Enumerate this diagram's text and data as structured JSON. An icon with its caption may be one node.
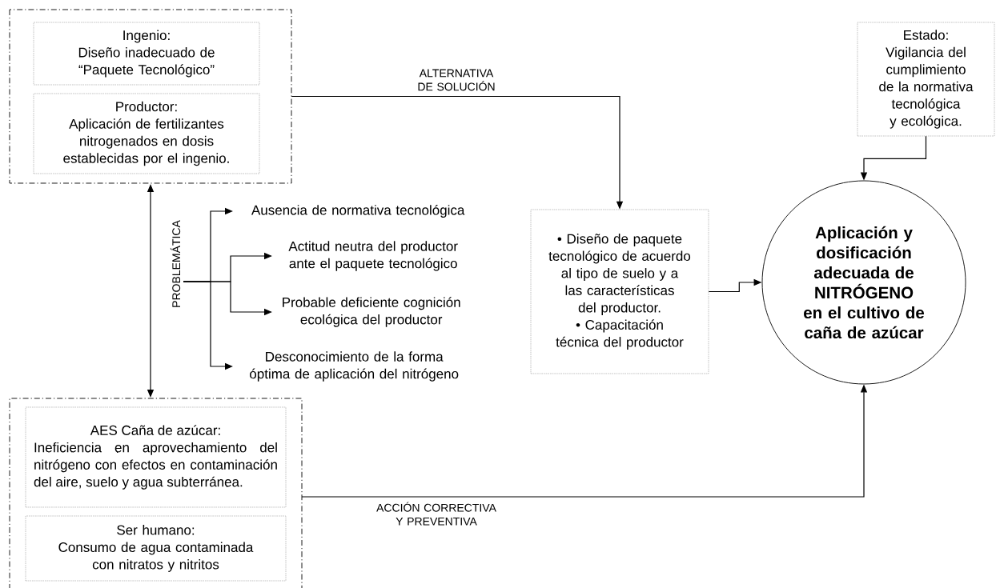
{
  "diagram": {
    "nodes": [
      {
        "text": [],
        "shape": "box"
      },
      {
        "text": [
          "Ingenio:",
          "Diseño inadecuado de “Paquete Tecnológico”"
        ],
        "in": 0
      },
      {
        "text": [
          "Productor:",
          "Aplicación de fertilizantes nitrogenados en dosis establecidas por el ingenio."
        ],
        "in": 0
      },
      {
        "text": [],
        "shape": "box"
      },
      {
        "text": [
          "AES Caña de azúcar:",
          "Ineficiencia en aprovechamiento del nitrógeno con efectos en contaminación del aire, suelo y agua subterránea."
        ],
        "in": 3
      },
      {
        "text": [
          "Ser humano:",
          "Consumo de agua contaminada con nitratos y nitritos"
        ],
        "in": 3
      },
      {
        "text": [
          "PROBLEMÁTICA"
        ]
      },
      {
        "text": [
          "Ausencia de normativa tecnológica"
        ]
      },
      {
        "text": [
          "Actitud neutra del productor ante el paquete tecnológico"
        ]
      },
      {
        "text": [
          "Probable deficiente cognición ecológica del productor"
        ]
      },
      {
        "text": [
          "Desconocimiento de la forma óptima de aplicación del nitrógeno"
        ]
      },
      {
        "text": [
          "• Diseño de paquete tecnológico de acuerdo al tipo de suelo y a las características del productor.",
          "• Capacitación técnica del productor"
        ]
      },
      {
        "text": [
          "Estado:",
          "Vigilancia del cumplimiento de la normativa tecnológica y ecológica."
        ]
      },
      {
        "text": [
          "Aplicación y dosificación adecuada de NITRÓGENO en el cultivo de caña de azúcar"
        ]
      }
    ],
    "edges": [
      {
        "from": 0,
        "to": 3,
        "arrow": "both"
      },
      {
        "from": 6,
        "to": 7,
        "arrow": "to"
      },
      {
        "from": 6,
        "to": 8,
        "arrow": "to"
      },
      {
        "from": 6,
        "to": 9,
        "arrow": "to"
      },
      {
        "from": 6,
        "to": 10,
        "arrow": "to"
      },
      {
        "from": 0,
        "to": 11,
        "arrow": "to",
        "label": "ALTERNATIVA DE SOLUCIÓN"
      },
      {
        "from": 11,
        "to": 13,
        "arrow": "to"
      },
      {
        "from": 12,
        "to": 13,
        "arrow": "to"
      },
      {
        "from": 3,
        "to": 13,
        "arrow": "to",
        "label": "ACCIÓN CORRECTIVA Y PREVENTIVA"
      }
    ]
  }
}
